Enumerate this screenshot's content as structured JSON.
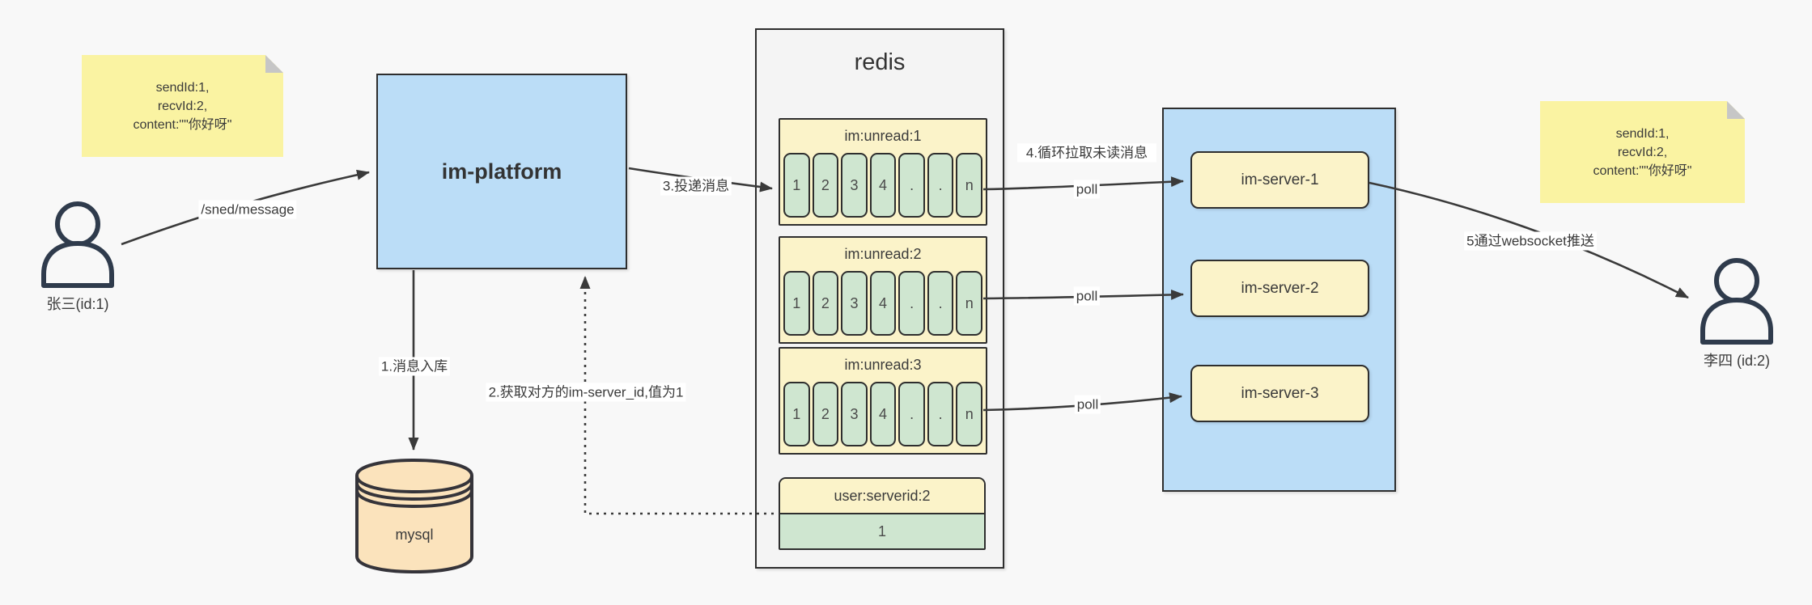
{
  "canvas": {
    "background": "#F8F8F8",
    "ink": "#3A3A3A"
  },
  "note_left": {
    "lines": [
      "sendId:1,",
      "recvId:2,",
      "content:\"\"你好呀\""
    ]
  },
  "note_right": {
    "lines": [
      "sendId:1,",
      "recvId:2,",
      "content:\"\"你好呀\""
    ]
  },
  "actor_left": {
    "label": "张三(id:1)"
  },
  "actor_right": {
    "label": "李四 (id:2)"
  },
  "platform": {
    "label": "im-platform"
  },
  "database": {
    "label": "mysql"
  },
  "redis": {
    "title": "redis",
    "queues": [
      {
        "name": "im:unread:1",
        "cells": [
          "1",
          "2",
          "3",
          "4",
          ".",
          ".",
          "n"
        ]
      },
      {
        "name": "im:unread:2",
        "cells": [
          "1",
          "2",
          "3",
          "4",
          ".",
          ".",
          "n"
        ]
      },
      {
        "name": "im:unread:3",
        "cells": [
          "1",
          "2",
          "3",
          "4",
          ".",
          ".",
          "n"
        ]
      }
    ],
    "kv": {
      "key": "user:serverid:2",
      "value": "1"
    }
  },
  "servers": {
    "items": [
      {
        "label": "im-server-1"
      },
      {
        "label": "im-server-2"
      },
      {
        "label": "im-server-3"
      }
    ]
  },
  "edge_labels": {
    "send_message": "/sned/message",
    "step1": "1.消息入库",
    "step2": "2.获取对方的im-server_id,值为1",
    "step3": "3.投递消息",
    "step4": "4.循环拉取未读消息",
    "poll": "poll",
    "step5": "5通过websocket推送"
  },
  "colors": {
    "node_blue": "#BBDDF7",
    "note_yellow": "#FAF3A2",
    "box_yellow": "#FBF3C9",
    "cell_green": "#CFE6D0",
    "db_orange": "#FBE3BC",
    "border_dark": "#2E2E2E",
    "container_gray": "#F4F4F4"
  }
}
